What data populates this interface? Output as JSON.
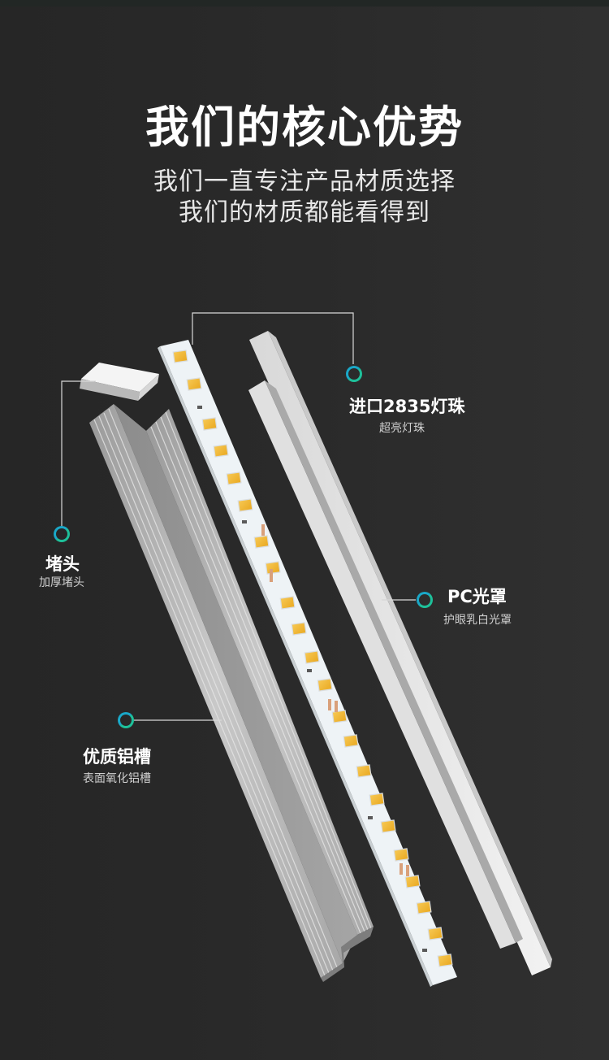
{
  "header": {
    "title": "我们的核心优势",
    "subtitle_line1": "我们一直专注产品材质选择",
    "subtitle_line2": "我们的材质都能看得到"
  },
  "callouts": [
    {
      "id": "led",
      "title": "进口2835灯珠",
      "subtitle": "超亮灯珠",
      "icon": "ring-marker-icon"
    },
    {
      "id": "endcap",
      "title": "堵头",
      "subtitle": "加厚堵头",
      "icon": "ring-marker-icon"
    },
    {
      "id": "diffuser",
      "title": "PC光罩",
      "subtitle": "护眼乳白光罩",
      "icon": "ring-marker-icon"
    },
    {
      "id": "channel",
      "title": "优质铝槽",
      "subtitle": "表面氧化铝槽",
      "icon": "ring-marker-icon"
    }
  ],
  "colors": {
    "background": "#2a2a2a",
    "marker_teal": "#1ec09a",
    "marker_blue": "#1aa8c8",
    "led_chip": "#f2b731",
    "pcb": "#eef3f6",
    "aluminum": "#b8b8b8",
    "diffuser": "#e9e9e9"
  }
}
